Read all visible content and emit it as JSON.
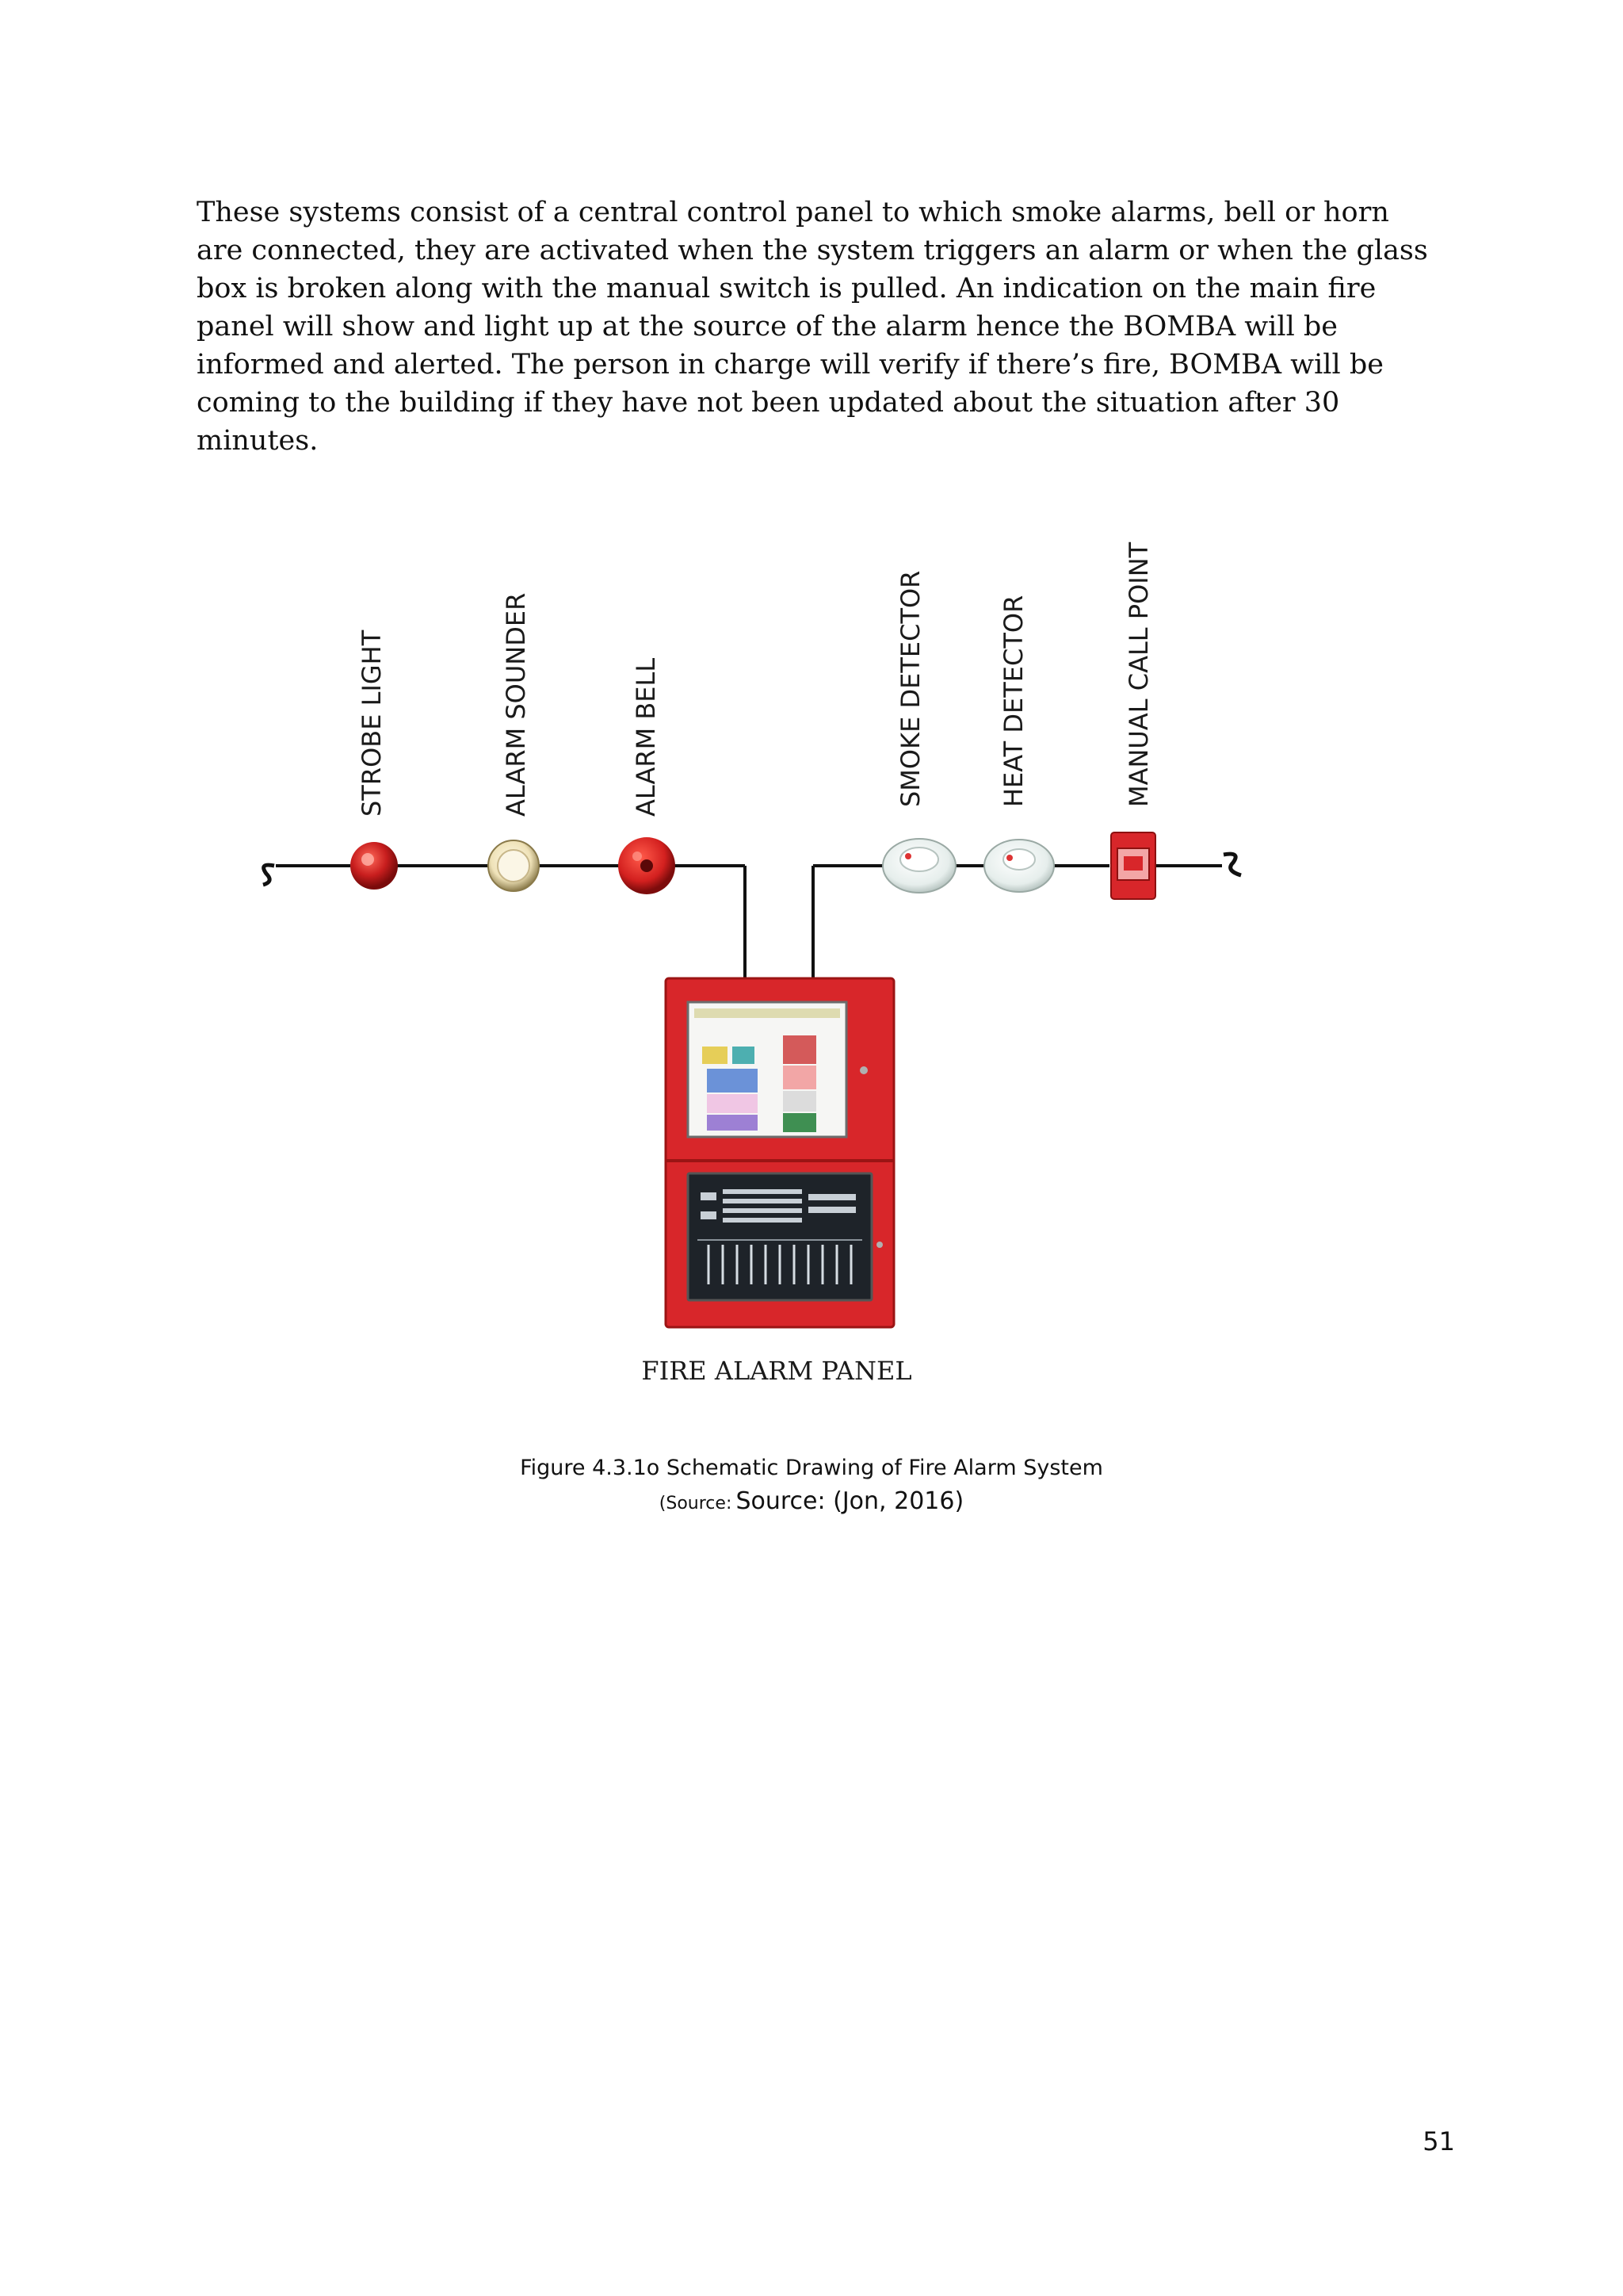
{
  "document": {
    "paragraph": "These systems consist of a central control panel to which smoke alarms, bell or horn are connected, they are activated when the system triggers an alarm or when the glass box is broken along with the manual switch is pulled. An indication on the main fire panel will show and light up at the source of the alarm hence the BOMBA will be informed and alerted. The person in charge will verify if there’s fire, BOMBA will be coming to the building if they have not been updated about the situation after 30 minutes.",
    "figure": {
      "labels": {
        "strobe_light": "STROBE LIGHT",
        "alarm_sounder": "ALARM SOUNDER",
        "alarm_bell": "ALARM BELL",
        "smoke_detector": "SMOKE DETECTOR",
        "heat_detector": "HEAT DETECTOR",
        "manual_call_point": "MANUAL CALL POINT",
        "panel": "FIRE ALARM PANEL"
      },
      "colors": {
        "panel_red": "#d8262a",
        "device_red": "#c81e1e",
        "wire": "#111111"
      }
    },
    "caption": {
      "line1": "Figure 4.3.1o Schematic Drawing of Fire Alarm System",
      "source_prefix": "(Source:",
      "source_text": "Source: (Jon, 2016)"
    },
    "page_number": "51"
  }
}
